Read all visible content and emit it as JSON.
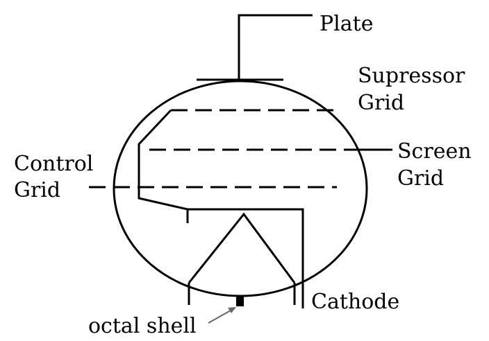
{
  "labels": {
    "plate": "Plate",
    "suppressor_line1": "Supressor",
    "suppressor_line2": "Grid",
    "screen_line1": "Screen",
    "screen_line2": "Grid",
    "control_line1": "Control",
    "control_line2": "Grid",
    "cathode": "Cathode",
    "octal_shell": "octal shell"
  },
  "colors": {
    "ink": "#000000",
    "arrow": "#666666",
    "background": "#ffffff"
  }
}
